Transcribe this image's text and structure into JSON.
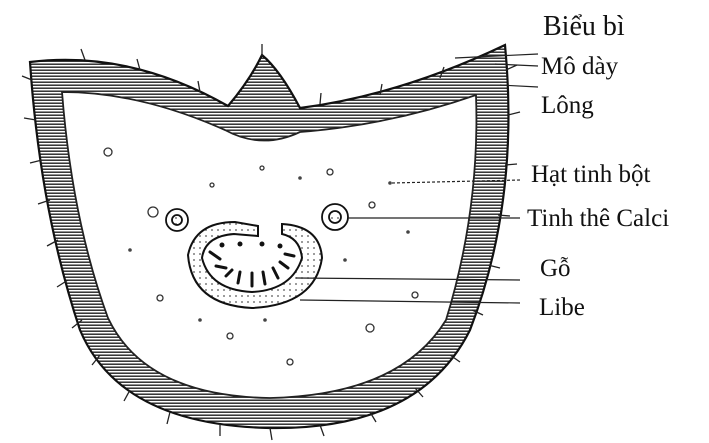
{
  "diagram": {
    "labels": {
      "bieu_bi": "Biểu bì",
      "mo_day": "Mô dày",
      "long": "Lông",
      "hat_tinh_bot": "Hạt tinh bột",
      "tinh_the_calci": "Tinh thê Calci",
      "go": "Gỗ",
      "libe": "Libe"
    }
  }
}
